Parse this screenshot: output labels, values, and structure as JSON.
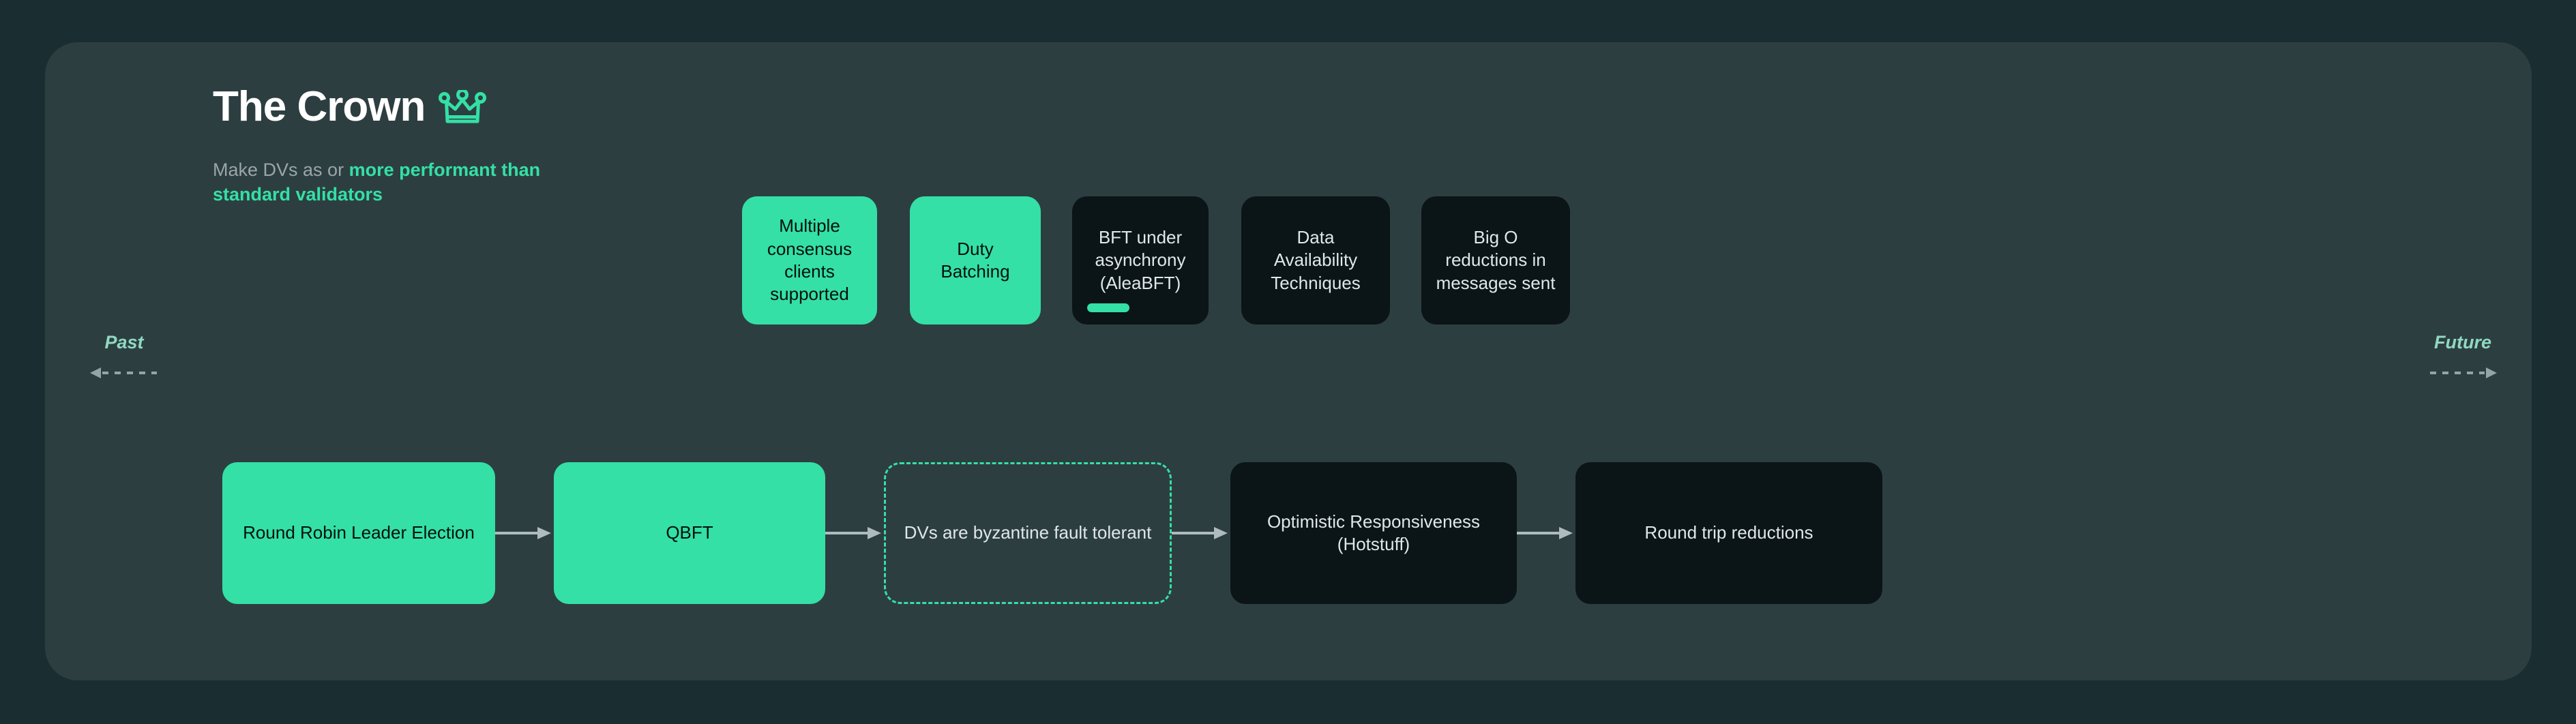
{
  "panel": {
    "background": "#2d3e41",
    "page_background": "#1a2d31"
  },
  "header": {
    "title": "The Crown",
    "icon": "crown-icon",
    "subtitle_muted": "Make DVs as or ",
    "subtitle_accent": "more performant than standard validators"
  },
  "timeline": {
    "past_label": "Past",
    "future_label": "Future"
  },
  "colors": {
    "accent_green": "#34e0a5",
    "dark_card": "#0b1416",
    "muted_text": "#9aa6a8",
    "light_text": "#dfe7e8",
    "arrow": "#aebcbe",
    "timeline_label": "#8fd9c0"
  },
  "top_row": {
    "cards": [
      {
        "label": "Multiple consensus clients supported",
        "style": "green",
        "progress": false
      },
      {
        "label": "Duty Batching",
        "style": "green",
        "progress": false
      },
      {
        "label": "BFT under asynchrony (AleaBFT)",
        "style": "dark",
        "progress": true
      },
      {
        "label": "Data Availability Techniques",
        "style": "dark",
        "progress": false
      },
      {
        "label": "Big O reductions in messages sent",
        "style": "dark",
        "progress": false
      }
    ]
  },
  "bottom_row": {
    "cards": [
      {
        "label": "Round Robin Leader Election",
        "style": "green"
      },
      {
        "label": "QBFT",
        "style": "green"
      },
      {
        "label": "DVs are byzantine fault tolerant",
        "style": "dashed"
      },
      {
        "label": "Optimistic Responsiveness (Hotstuff)",
        "style": "dark"
      },
      {
        "label": "Round trip reductions",
        "style": "dark"
      }
    ]
  }
}
